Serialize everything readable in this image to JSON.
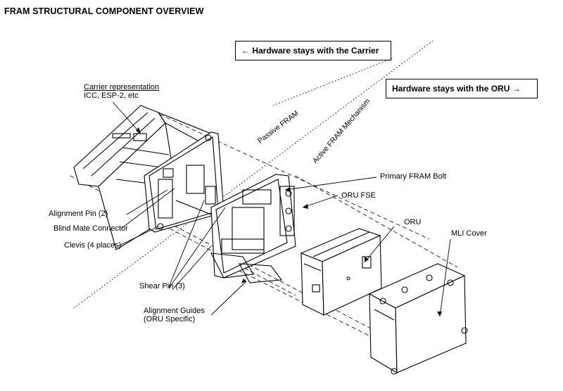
{
  "title": "FRAM STRUCTURAL COMPONENT OVERVIEW",
  "boxes": {
    "carrier": "← Hardware stays with the Carrier",
    "oru": "Hardware stays with the ORU →"
  },
  "regions": {
    "passive": "Passive FRAM",
    "active": "Active FRAM Mechanism"
  },
  "labels": {
    "carrier_rep": "Carrier representation",
    "carrier_examples": "ICC, ESP-2, etc",
    "alignment_pin": "Alignment Pin (2)",
    "blind_mate": "Blind Mate Connector",
    "clevis": "Clevis (4 places)",
    "shear_pin": "Shear Pin (3)",
    "alignment_guides_1": "Alignment Guides",
    "alignment_guides_2": "(ORU Specific)",
    "primary_bolt": "Primary FRAM Bolt",
    "oru_fse": "ORU FSE",
    "oru": "ORU",
    "mli_cover": "MLI Cover"
  }
}
